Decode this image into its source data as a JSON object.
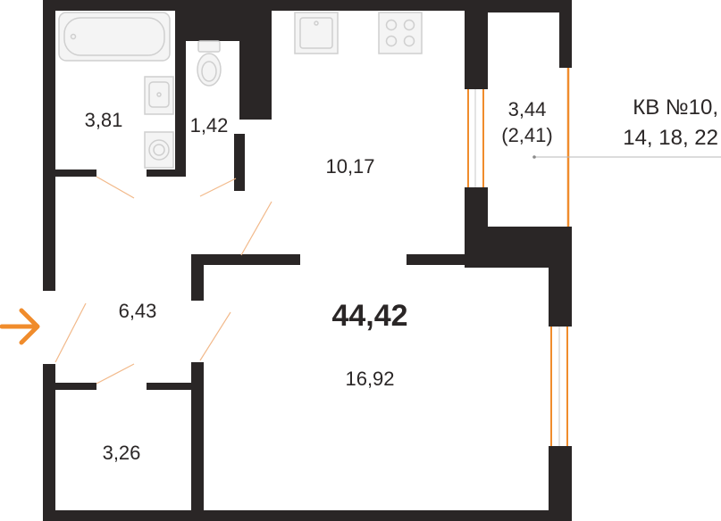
{
  "rooms": {
    "bathroom": "3,81",
    "toilet": "1,42",
    "kitchen": "10,17",
    "balcony_area": "3,44",
    "balcony_reduced": "(2,41)",
    "hallway": "6,43",
    "living_room": "16,92",
    "storage": "3,26"
  },
  "total_area": "44,42",
  "apartment_label": {
    "line1": "КВ №10,",
    "line2": "14, 18, 22"
  },
  "colors": {
    "wall": "#2a2626",
    "accent": "#f08c2c",
    "door": "#f2b98a"
  },
  "icons": {
    "entrance": "arrow-right-icon"
  }
}
